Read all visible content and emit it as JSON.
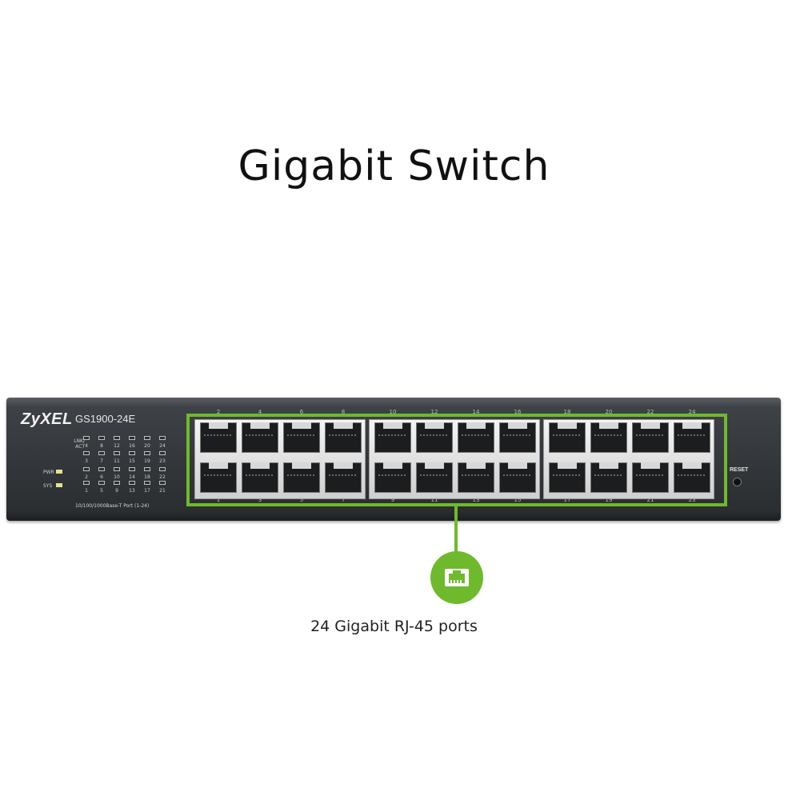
{
  "title": "Gigabit Switch",
  "device": {
    "brand": "ZyXEL",
    "model": "GS1900-24E",
    "led_labels": {
      "lnk_act": "LNK/ ACT",
      "pwr": "PWR",
      "sys": "SYS"
    },
    "led_numbers_top": [
      "4",
      "8",
      "12",
      "16",
      "20",
      "24"
    ],
    "led_numbers_mid": [
      "3",
      "7",
      "11",
      "15",
      "19",
      "23"
    ],
    "led_numbers_low": [
      "2",
      "6",
      "10",
      "14",
      "18",
      "22"
    ],
    "led_numbers_bottom": [
      "1",
      "5",
      "9",
      "13",
      "17",
      "21"
    ],
    "port_caption": "10/100/1000Base-T Port (1-24)",
    "ports_top": [
      "2",
      "4",
      "6",
      "8",
      "10",
      "12",
      "14",
      "16",
      "18",
      "20",
      "22",
      "24"
    ],
    "ports_bottom": [
      "1",
      "3",
      "5",
      "7",
      "9",
      "11",
      "13",
      "15",
      "17",
      "19",
      "21",
      "23"
    ],
    "reset_label": "RESET",
    "colors": {
      "highlight": "#6fba2c",
      "led_lit": "#e6e38a",
      "chassis": "#34373b"
    }
  },
  "callout": {
    "icon": "ethernet-port-icon",
    "text": "24 Gigabit RJ-45 ports"
  }
}
